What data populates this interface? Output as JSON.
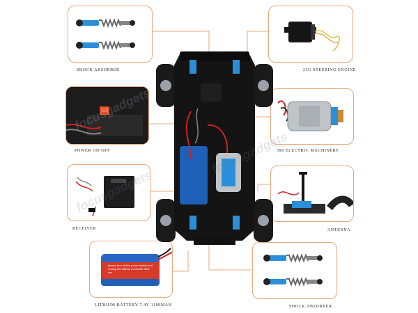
{
  "labels": {
    "shock_top": "SHOCK ABSORBER",
    "steering": "25G STEERING ENGINE",
    "power": "POWER ON/OFF",
    "motor": "390 ELECTRIC MACHINERY",
    "receiver": "RECEIVER",
    "antenna": "ANTENNA",
    "battery": "LITHIUM BATTERY 7.4V 1100MAH",
    "shock_bottom": "SHOCK ABSORBER"
  },
  "watermark": "focusgadgets",
  "battery_text": "please turn off the power switch and unplug the battery connector after use",
  "colors": {
    "frame": "#e8a87c",
    "leader": "#e8a87c",
    "chassis": "#1a1a1a",
    "accent_blue": "#2a8fd8",
    "battery_red": "#d83a2a",
    "battery_blue": "#1e5fb8"
  }
}
